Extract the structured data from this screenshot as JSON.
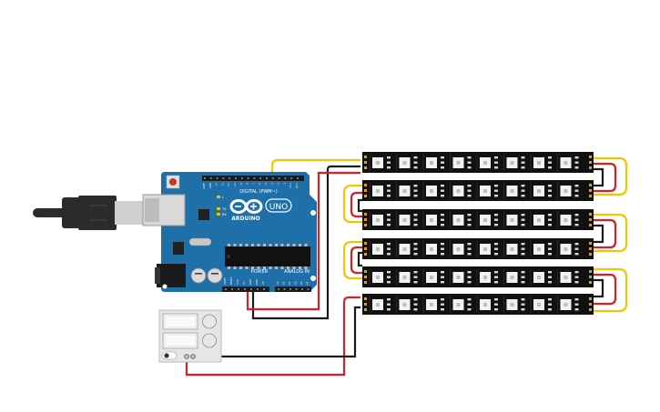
{
  "arduino": {
    "brand": "ARDUINO",
    "model": "UNO",
    "digital_label": "DIGITAL (PWM~)",
    "power_label": "POWER",
    "analog_label": "ANALOG IN",
    "digital_pins": [
      "AREF",
      "GND",
      "13",
      "12",
      "~11",
      "~10",
      "~9",
      "8",
      "7",
      "~6",
      "~5",
      "4",
      "~3",
      "2",
      "TX 1",
      "RX 0"
    ],
    "power_pins": [
      "IOREF",
      "RESET",
      "3.3V",
      "5V",
      "GND",
      "GND",
      "Vin"
    ],
    "analog_pins": [
      "A0",
      "A1",
      "A2",
      "A3",
      "A4",
      "A5"
    ],
    "tx_label": "TX",
    "rx_label": "RX",
    "l_label": "L",
    "on_label": "ON",
    "board_color": "#1f6fa8",
    "header_color": "#1b1b1b"
  },
  "led_strips": {
    "count": 6,
    "leds_per_strip": 8,
    "strip_color": "#111111",
    "led_color": "#f2f2f2"
  },
  "wires": {
    "data_color": "#f2c500",
    "power_color": "#d81f26",
    "ground_color": "#1a1a1a"
  },
  "battery": {
    "cell_count": 2,
    "case_color": "#e6e6e6"
  },
  "usb": {
    "cable_color": "#2b2b2b",
    "plug_color": "#cfcfcf"
  }
}
